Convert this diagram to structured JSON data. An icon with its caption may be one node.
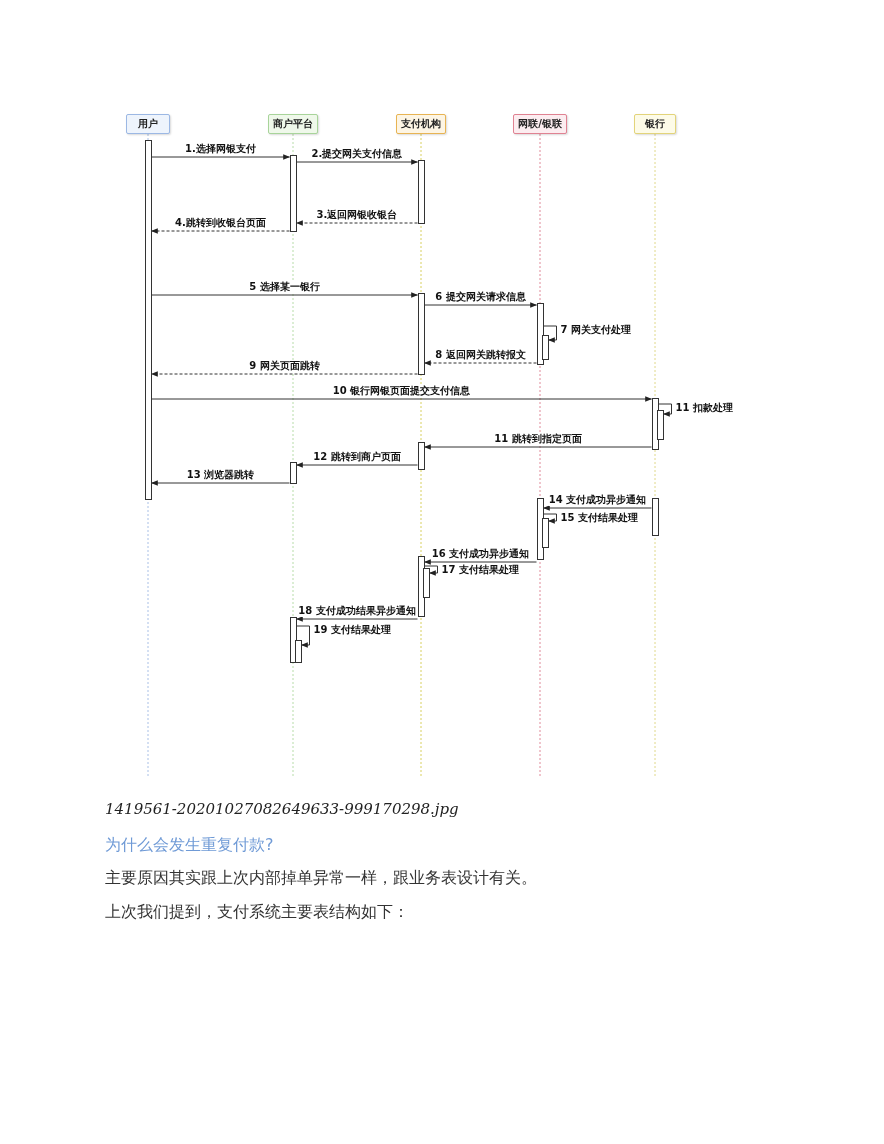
{
  "diagram": {
    "caption": "1419561-20201027082649633-999170298.jpg",
    "nodes": [
      {
        "text": [
          "用户"
        ]
      },
      {
        "text": [
          "商户平台"
        ]
      },
      {
        "text": [
          "支付机构"
        ]
      },
      {
        "text": [
          "网联/银联"
        ]
      },
      {
        "text": [
          "银行"
        ]
      },
      {
        "text": [],
        "shape": "bar"
      },
      {
        "text": [],
        "shape": "bar"
      },
      {
        "text": [],
        "shape": "bar"
      },
      {
        "text": [],
        "shape": "bar"
      },
      {
        "text": [],
        "shape": "bar"
      },
      {
        "text": [],
        "shape": "bar"
      },
      {
        "text": [],
        "shape": "bar"
      },
      {
        "text": [],
        "shape": "bar"
      },
      {
        "text": [],
        "shape": "bar"
      },
      {
        "text": [],
        "shape": "bar"
      },
      {
        "text": [],
        "shape": "bar"
      },
      {
        "text": [],
        "shape": "bar"
      },
      {
        "text": [],
        "shape": "bar"
      },
      {
        "text": [],
        "shape": "bar"
      },
      {
        "text": [],
        "shape": "bar"
      },
      {
        "text": [],
        "shape": "bar"
      },
      {
        "text": [],
        "shape": "bar"
      }
    ],
    "edges": [
      {
        "from": 5,
        "to": 6,
        "arrow": "to",
        "label": "1.选择网银支付"
      },
      {
        "from": 6,
        "to": 7,
        "arrow": "to",
        "label": "2.提交网关支付信息"
      },
      {
        "from": 7,
        "to": 6,
        "arrow": "to",
        "label": "3.返回网银收银台",
        "style": "dashed"
      },
      {
        "from": 6,
        "to": 5,
        "arrow": "to",
        "label": "4.跳转到收银台页面",
        "style": "dashed"
      },
      {
        "from": 5,
        "to": 8,
        "arrow": "to",
        "label": "5 选择某一银行"
      },
      {
        "from": 8,
        "to": 9,
        "arrow": "to",
        "label": "6 提交网关请求信息"
      },
      {
        "from": 9,
        "to": 10,
        "arrow": "to",
        "label": "7 网关支付处理"
      },
      {
        "from": 9,
        "to": 8,
        "arrow": "to",
        "label": "8 返回网关跳转报文",
        "style": "dashed"
      },
      {
        "from": 8,
        "to": 5,
        "arrow": "to",
        "label": "9 网关页面跳转",
        "style": "dashed"
      },
      {
        "from": 5,
        "to": 11,
        "arrow": "to",
        "label": "10 银行网银页面提交支付信息"
      },
      {
        "from": 11,
        "to": 12,
        "arrow": "to",
        "label": "11 扣款处理"
      },
      {
        "from": 11,
        "to": 13,
        "arrow": "to",
        "label": "11 跳转到指定页面"
      },
      {
        "from": 13,
        "to": 14,
        "arrow": "to",
        "label": "12 跳转到商户页面"
      },
      {
        "from": 14,
        "to": 5,
        "arrow": "to",
        "label": "13 浏览器跳转"
      },
      {
        "from": 16,
        "to": 15,
        "arrow": "to",
        "label": "14 支付成功异步通知"
      },
      {
        "from": 15,
        "to": 17,
        "arrow": "to",
        "label": "15 支付结果处理"
      },
      {
        "from": 15,
        "to": 18,
        "arrow": "to",
        "label": "16 支付成功异步通知"
      },
      {
        "from": 18,
        "to": 19,
        "arrow": "to",
        "label": "17 支付结果处理"
      },
      {
        "from": 18,
        "to": 20,
        "arrow": "to",
        "label": "18 支付成功结果异步通知"
      },
      {
        "from": 20,
        "to": 21,
        "arrow": "to",
        "label": "19 支付结果处理"
      }
    ],
    "labels": [
      "为什么会发生重复付款?",
      "主要原因其实跟上次内部掉单异常一样，跟业务表设计有关。",
      "上次我们提到，支付系统主要表结构如下："
    ]
  }
}
